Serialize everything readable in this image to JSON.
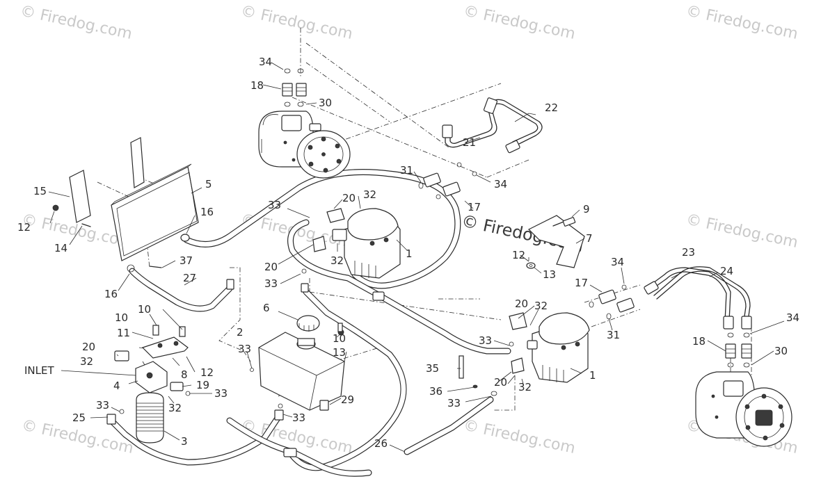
{
  "watermark": {
    "corner_text": "© Firedog.com",
    "center_text": "© Firedog.com"
  },
  "labels": {
    "p34a": "34",
    "p18a": "18",
    "p30a": "30",
    "p22": "22",
    "p21": "21",
    "p15": "15",
    "p5": "5",
    "p12a": "12",
    "p14": "14",
    "p16a": "16",
    "p31a": "31",
    "p34b": "34",
    "p33a": "33",
    "p20a": "20",
    "p32a": "32",
    "p17a": "17",
    "p9": "9",
    "p7": "7",
    "p1a": "1",
    "p20b": "20",
    "p32b": "32",
    "p12b": "12",
    "p13a": "13",
    "p37": "37",
    "p33b": "33",
    "p16b": "16",
    "p27": "27",
    "p6": "6",
    "p23": "23",
    "p24": "24",
    "p34c": "34",
    "p17b": "17",
    "p20c": "20",
    "p32c": "32",
    "p31b": "31",
    "p34d": "34",
    "p10a": "10",
    "p10b": "10",
    "p11": "11",
    "p10c": "10",
    "p2": "2",
    "p33c": "33",
    "p13b": "13",
    "p33d": "33",
    "p1b": "1",
    "p20d": "20",
    "p12c": "12",
    "p32d": "32",
    "p8": "8",
    "p35": "35",
    "p18b": "18",
    "p30b": "30",
    "inlet": "INLET",
    "p4": "4",
    "p19": "19",
    "p33e": "33",
    "p32e": "32",
    "p36": "36",
    "p20e": "20",
    "p32f": "32",
    "p33f": "33",
    "p29": "29",
    "p33g": "33",
    "p33h": "33",
    "p25": "25",
    "p3": "3",
    "p26": "26"
  },
  "colors": {
    "line": "#2a2a2a",
    "background": "#ffffff",
    "watermark": "#c9c9c9"
  }
}
